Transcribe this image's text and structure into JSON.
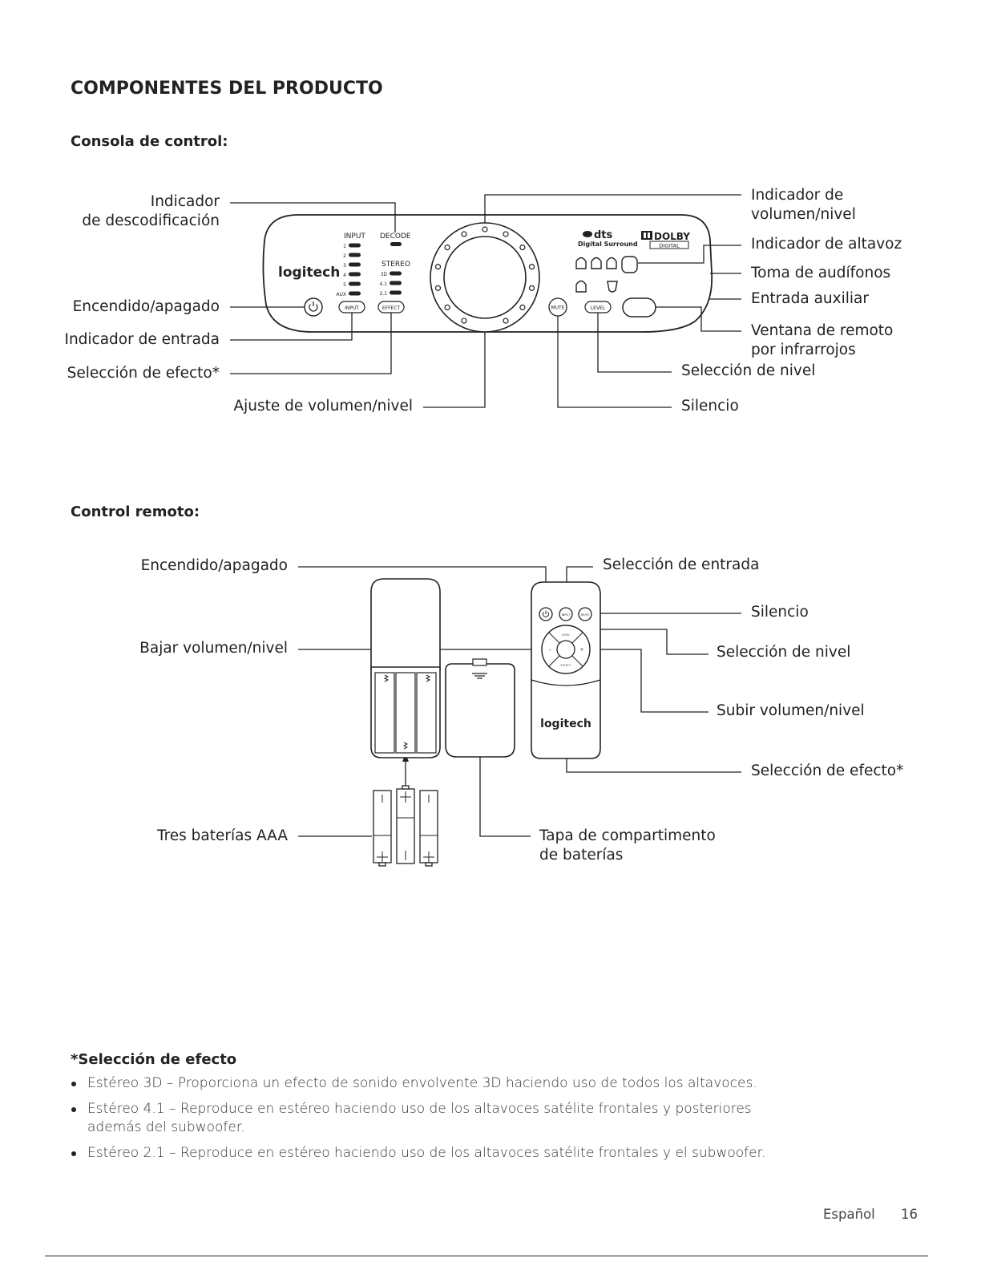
{
  "page": {
    "title": "COMPONENTES DEL PRODUCTO",
    "footer_language": "Español",
    "page_number": "16"
  },
  "console": {
    "heading": "Consola de control:",
    "labels": {
      "decode_indicator_1": "Indicador",
      "decode_indicator_2": "de descodificación",
      "power": "Encendido/apagado",
      "input_indicator": "Indicador de entrada",
      "effect_select": "Selección de efecto*",
      "volume_adjust": "Ajuste de volumen/nivel",
      "volume_indicator_1": "Indicador de",
      "volume_indicator_2": "volumen/nivel",
      "speaker_indicator": "Indicador de altavoz",
      "headphone_jack": "Toma de audífonos",
      "aux_input": "Entrada auxiliar",
      "ir_window_1": "Ventana de remoto",
      "ir_window_2": "por infrarrojos",
      "level_select": "Selección de nivel",
      "mute": "Silencio"
    },
    "device": {
      "brand": "logitech",
      "input_header": "INPUT",
      "input_rows": [
        "1",
        "2",
        "3",
        "4",
        "5",
        "AUX"
      ],
      "decode_header": "DECODE",
      "stereo_header": "STEREO",
      "stereo_rows": [
        "3D",
        "4.1",
        "2.1"
      ],
      "btn_input": "INPUT",
      "btn_effect": "EFFECT",
      "btn_mute": "MUTE",
      "btn_level": "LEVEL",
      "dts_logo": "dts",
      "dts_sub": "Digital Surround",
      "dolby_logo": "DOLBY",
      "dolby_sub": "DIGITAL"
    }
  },
  "remote": {
    "heading": "Control remoto:",
    "labels": {
      "power": "Encendido/apagado",
      "volume_down": "Bajar volumen/nivel",
      "batteries": "Tres baterías AAA",
      "input_select": "Selección de entrada",
      "mute": "Silencio",
      "level_select": "Selección de nivel",
      "volume_up": "Subir volumen/nivel",
      "effect_select": "Selección de efecto*",
      "battery_cover_1": "Tapa de compartimento",
      "battery_cover_2": "de baterías"
    },
    "device": {
      "brand": "logitech",
      "btn_input": "INPUT",
      "btn_mute": "MUTE",
      "ring_level": "LEVEL",
      "ring_effect": "EFFECT",
      "minus": "–",
      "plus": "+"
    }
  },
  "notes": {
    "title": "*Selección de efecto",
    "items": [
      "Estéreo 3D – Proporciona un efecto de sonido envolvente 3D haciendo uso de todos los altavoces.",
      "Estéreo 4.1 – Reproduce en estéreo haciendo uso de los altavoces satélite frontales y posteriores además del subwoofer.",
      "Estéreo 2.1 – Reproduce en estéreo haciendo uso de los altavoces satélite frontales y el subwoofer."
    ]
  }
}
